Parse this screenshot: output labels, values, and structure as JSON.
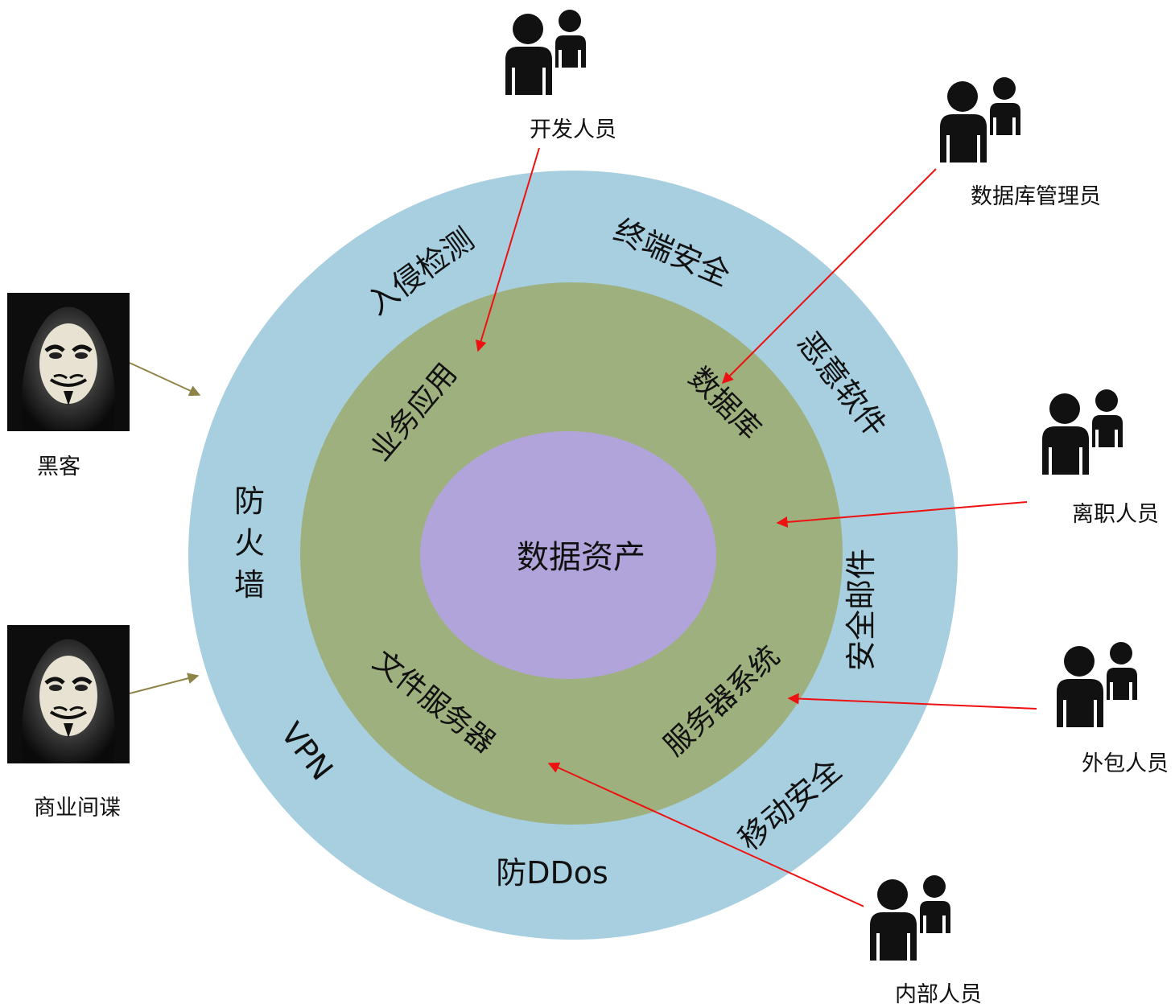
{
  "core": {
    "label": "数据资产"
  },
  "middle_ring": {
    "business_app": "业务应用",
    "database": "数据库",
    "file_server": "文件服务器",
    "server_system": "服务器系统"
  },
  "outer_ring": {
    "intrusion_detection": "入侵检测",
    "endpoint_security": "终端安全",
    "malware": "恶意软件",
    "firewall": [
      "防",
      "火",
      "墙"
    ],
    "secure_mail": "安全邮件",
    "vpn": "VPN",
    "mobile_security": "移动安全",
    "anti_ddos": "防DDos"
  },
  "actors": {
    "external": [
      {
        "label": "黑客",
        "icon": "hacker-mask-icon"
      },
      {
        "label": "商业间谍",
        "icon": "hacker-mask-icon"
      }
    ],
    "internal": [
      {
        "label": "开发人员",
        "icon": "people-icon"
      },
      {
        "label": "数据库管理员",
        "icon": "people-icon"
      },
      {
        "label": "离职人员",
        "icon": "people-icon"
      },
      {
        "label": "外包人员",
        "icon": "people-icon"
      },
      {
        "label": "内部人员",
        "icon": "people-icon"
      }
    ]
  },
  "colors": {
    "outer_ring": "#a7cfdf",
    "middle_ring": "#9db07e",
    "core": "#b1a4da",
    "internal_arrow": "#ee1111",
    "external_arrow": "#8f8448"
  }
}
